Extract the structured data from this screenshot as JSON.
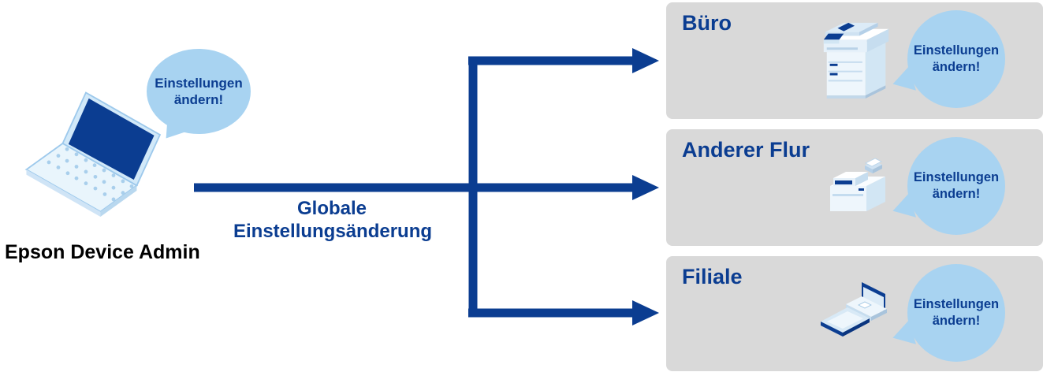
{
  "diagram": {
    "source": {
      "label": "Epson Device Admin",
      "device_icon": "laptop-icon",
      "bubble": {
        "line1": "Einstellungen",
        "line2": "ändern!"
      }
    },
    "flow": {
      "label_line1": "Globale",
      "label_line2": "Einstellungsänderung"
    },
    "targets": [
      {
        "title": "Büro",
        "device_icon": "copier-icon",
        "bubble": {
          "line1": "Einstellungen",
          "line2": "ändern!"
        }
      },
      {
        "title": "Anderer Flur",
        "device_icon": "printer-icon",
        "bubble": {
          "line1": "Einstellungen",
          "line2": "ändern!"
        }
      },
      {
        "title": "Filiale",
        "device_icon": "scanner-icon",
        "bubble": {
          "line1": "Einstellungen",
          "line2": "ändern!"
        }
      }
    ],
    "colors": {
      "accent_dark_blue": "#0b3d91",
      "bubble_light_blue": "#a8d3f1",
      "panel_gray": "#d9d9d9",
      "background": "#ffffff"
    }
  }
}
